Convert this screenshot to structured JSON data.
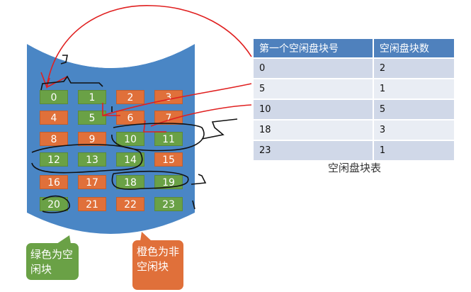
{
  "colors": {
    "free": "#6aa146",
    "used": "#e0703a",
    "disk": "#4a86c5",
    "header": "#4f81bd"
  },
  "blocks": [
    {
      "n": "0",
      "free": true
    },
    {
      "n": "1",
      "free": true
    },
    {
      "n": "2",
      "free": false
    },
    {
      "n": "3",
      "free": false
    },
    {
      "n": "4",
      "free": false
    },
    {
      "n": "5",
      "free": true
    },
    {
      "n": "6",
      "free": false
    },
    {
      "n": "7",
      "free": false
    },
    {
      "n": "8",
      "free": false
    },
    {
      "n": "9",
      "free": false
    },
    {
      "n": "10",
      "free": true
    },
    {
      "n": "11",
      "free": true
    },
    {
      "n": "12",
      "free": true
    },
    {
      "n": "13",
      "free": true
    },
    {
      "n": "14",
      "free": true
    },
    {
      "n": "15",
      "free": false
    },
    {
      "n": "16",
      "free": false
    },
    {
      "n": "17",
      "free": false
    },
    {
      "n": "18",
      "free": true
    },
    {
      "n": "19",
      "free": true
    },
    {
      "n": "20",
      "free": true
    },
    {
      "n": "21",
      "free": false
    },
    {
      "n": "22",
      "free": false
    },
    {
      "n": "23",
      "free": true
    }
  ],
  "table": {
    "headers": [
      "第一个空闲盘块号",
      "空闲盘块数"
    ],
    "rows": [
      [
        "0",
        "2"
      ],
      [
        "5",
        "1"
      ],
      [
        "10",
        "5"
      ],
      [
        "18",
        "3"
      ],
      [
        "23",
        "1"
      ]
    ],
    "caption": "空闲盘块表"
  },
  "callouts": {
    "green": "绿色为空闲块",
    "orange": "橙色为非空闲块"
  }
}
